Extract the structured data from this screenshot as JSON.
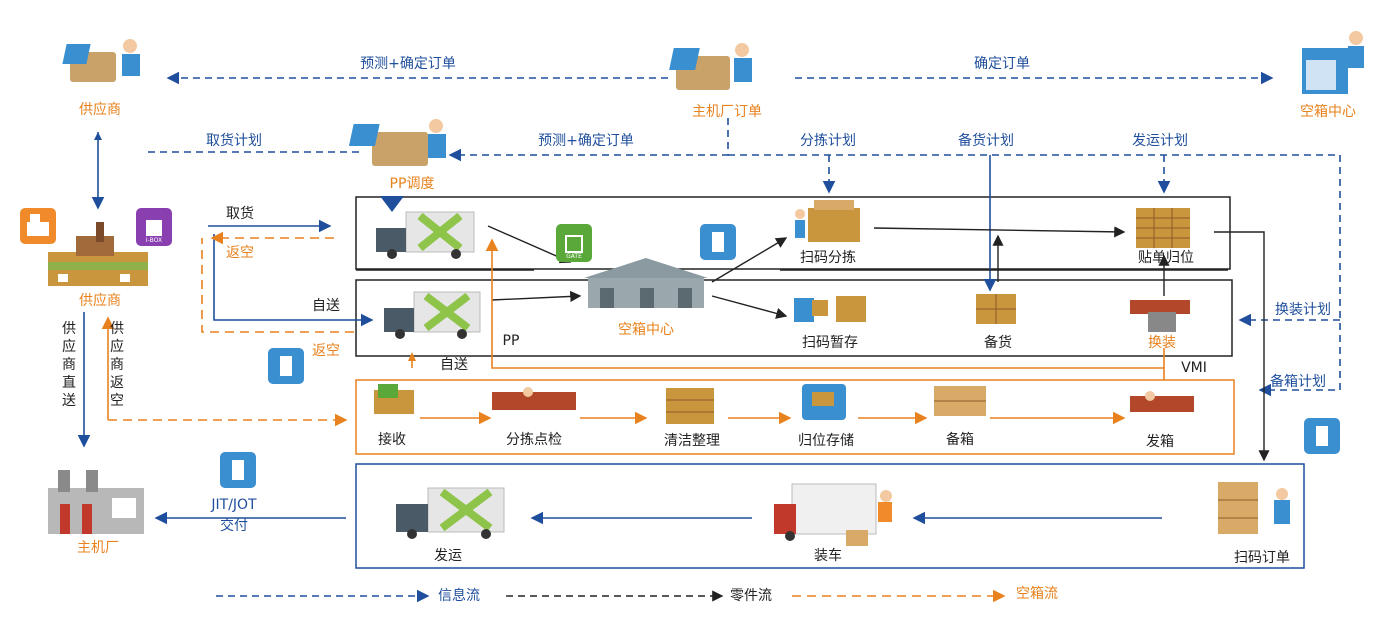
{
  "colors": {
    "info": "#1f4f9c",
    "parts": "#222222",
    "empty": "#e8821e",
    "box_blue": "#1f4f9c",
    "box_orange": "#e8821e"
  },
  "nodes": {
    "supplier_top": "供应商",
    "oem_order": "主机厂订单",
    "empty_center_top": "空箱中心",
    "pp_dispatch": "PP调度",
    "supplier": "供应商",
    "oem": "主机厂",
    "empty_center": "空箱中心",
    "scan_sort": "扫码分拣",
    "label_return": "贴单归位",
    "scan_temp": "扫码暂存",
    "stock": "备货",
    "swap": "换装",
    "receive": "接收",
    "sort_check": "分拣点检",
    "clean": "清洁整理",
    "store": "归位存储",
    "prep_box": "备箱",
    "ship_box": "发箱",
    "dispatch": "发运",
    "loading": "装车",
    "scan_order": "扫码订单"
  },
  "edges": {
    "forecast_confirm_1": "预测+确定订单",
    "confirm_order": "确定订单",
    "pickup_plan": "取货计划",
    "forecast_confirm_2": "预测+确定订单",
    "sort_plan": "分拣计划",
    "stock_plan": "备货计划",
    "ship_plan": "发运计划",
    "pickup": "取货",
    "return_empty_1": "返空",
    "self_delivery_1": "自送",
    "pp": "PP",
    "return_empty_2": "返空",
    "self_delivery_2": "自送",
    "vmi": "VMI",
    "swap_plan": "换装计划",
    "prep_plan": "备箱计划",
    "supplier_direct": "供应商直送",
    "supplier_return": "供应商返空",
    "jit_jot": "JIT/JOT",
    "deliver": "交付"
  },
  "tags": {
    "rfid": "RFID",
    "ibox": "I-BOX",
    "gate": "GATE",
    "pda": "PDA"
  },
  "legend": {
    "info_flow": "信息流",
    "parts_flow": "零件流",
    "empty_flow": "空箱流"
  }
}
